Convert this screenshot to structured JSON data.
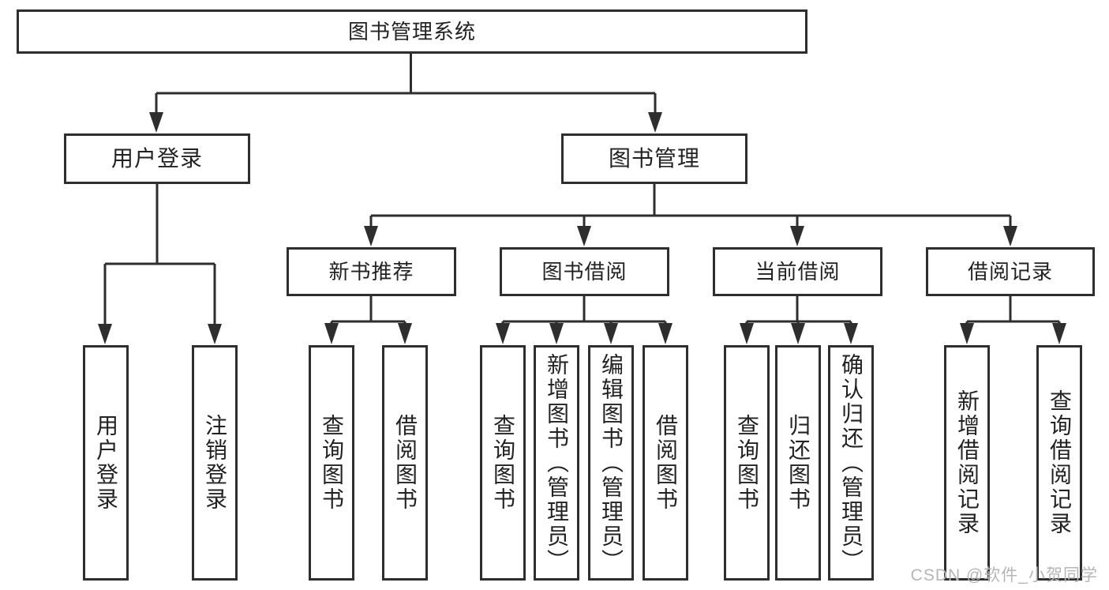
{
  "tree": {
    "root": "图书管理系统",
    "children": [
      {
        "label": "用户登录",
        "children": [
          "用户登录",
          "注销登录"
        ]
      },
      {
        "label": "图书管理",
        "children": [
          {
            "label": "新书推荐",
            "children": [
              "查询图书",
              "借阅图书"
            ]
          },
          {
            "label": "图书借阅",
            "children": [
              "查询图书",
              "新增图书（管理员）",
              "编辑图书（管理员）",
              "借阅图书"
            ]
          },
          {
            "label": "当前借阅",
            "children": [
              "查询图书",
              "归还图书",
              "确认归还（管理员）"
            ]
          },
          {
            "label": "借阅记录",
            "children": [
              "新增借阅记录",
              "查询借阅记录"
            ]
          }
        ]
      }
    ]
  },
  "watermark": {
    "text": "CSDN @软件_小贺同学"
  },
  "colors": {
    "line": "#2e2e2e",
    "text": "#222222",
    "watermark": "#b6b6b6",
    "background": "#ffffff"
  }
}
